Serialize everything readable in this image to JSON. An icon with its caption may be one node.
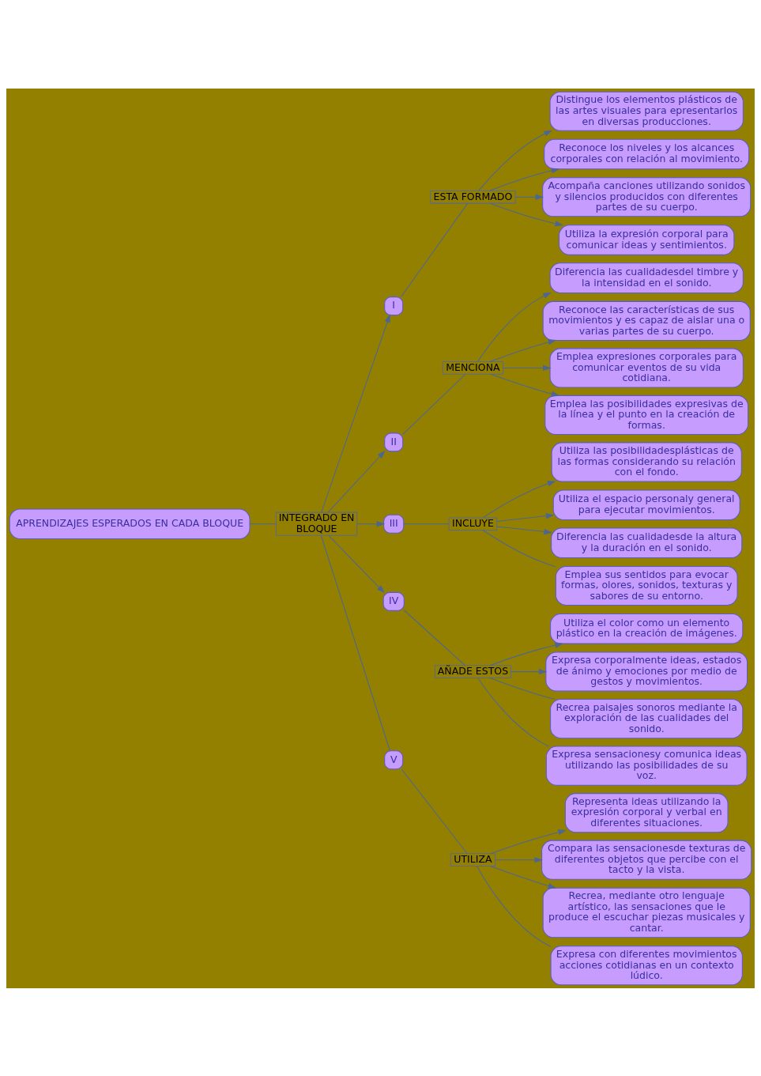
{
  "diagram": {
    "nodes": [
      {
        "text": [
          "Distingue los elementos plásticos de las artes visuales para epresentarlos en diversas producciones."
        ]
      },
      {
        "text": [
          "Reconoce los niveles y los alcances corporales con relación al movimiento."
        ]
      },
      {
        "text": [
          "Acompaña canciones utilizando sonidos y silencios producidos con diferentes partes de su cuerpo."
        ]
      },
      {
        "text": [
          "Utiliza la expresión corporal para comunicar ideas y sentimientos."
        ]
      },
      {
        "text": [
          "Diferencia las cualidadesdel timbre y la intensidad en el sonido."
        ]
      },
      {
        "text": [
          "ESTA FORMADO"
        ]
      },
      {
        "text": [
          "Reconoce las características de sus movimientos y es capaz de aislar una o varias partes de su cuerpo."
        ]
      },
      {
        "text": [
          "Emplea expresiones corporales para comunicar eventos de su vida cotidiana."
        ]
      },
      {
        "text": [
          "I"
        ]
      },
      {
        "text": [
          "Utiliza las posibilidadesplásticas de las formas considerando su relación con el fondo."
        ]
      },
      {
        "text": [
          "MENCIONA"
        ]
      },
      {
        "text": [
          "Utiliza el espacio personaly general para ejecutar movimientos."
        ]
      },
      {
        "text": [
          "Emplea las posibilidades expresivas de la línea y el punto en la creación de formas."
        ]
      },
      {
        "text": [
          "Diferencia las cualidadesde la altura y la duración en el sonido."
        ]
      },
      {
        "text": [
          "II"
        ]
      },
      {
        "text": [
          "INCLUYE"
        ]
      },
      {
        "text": [
          "III"
        ]
      },
      {
        "text": [
          "Emplea sus sentidos para evocar formas, olores, sonidos, texturas y sabores de su entorno."
        ]
      },
      {
        "text": [
          "Utiliza el color como un elemento plástico en la creación de imágenes."
        ]
      },
      {
        "text": [
          "INTEGRADO EN BLOQUE"
        ]
      },
      {
        "text": [
          "Expresa corporalmente ideas, estados de ánimo y emociones por medio de gestos y movimientos."
        ]
      },
      {
        "text": [
          "AÑADE ESTOS"
        ]
      },
      {
        "text": [
          "IV"
        ]
      },
      {
        "text": [
          "APRENDIZAJES ESPERADOS EN CADA BLOQUE"
        ]
      },
      {
        "text": [
          "Recrea paisajes sonoros mediante la exploración de las cualidades del sonido."
        ]
      },
      {
        "text": [
          "Expresa sensacionesy comunica ideas utilizando las posibilidades de su voz."
        ]
      },
      {
        "text": [
          "Representa ideas utilizando la expresión corporal y verbal en diferentes situaciones."
        ]
      },
      {
        "text": [
          "V"
        ]
      },
      {
        "text": [
          "Compara las sensacionesde texturas de diferentes objetos que percibe con el tacto y la vista."
        ]
      },
      {
        "text": [
          "UTILIZA"
        ]
      },
      {
        "text": [
          "Recrea, mediante otro lenguaje artístico, las sensaciones que le produce el escuchar piezas musicales y cantar."
        ]
      },
      {
        "text": [
          "Expresa con diferentes movimientos acciones cotidianas en un contexto lúdico."
        ]
      }
    ],
    "edges": [
      {
        "from": 23,
        "to": 19,
        "arrow": "none"
      },
      {
        "from": 19,
        "to": 8,
        "arrow": "to"
      },
      {
        "from": 19,
        "to": 14,
        "arrow": "to"
      },
      {
        "from": 19,
        "to": 16,
        "arrow": "to"
      },
      {
        "from": 19,
        "to": 22,
        "arrow": "to"
      },
      {
        "from": 19,
        "to": 27,
        "arrow": "none"
      },
      {
        "from": 8,
        "to": 5,
        "arrow": "none"
      },
      {
        "from": 5,
        "to": 0,
        "arrow": "to"
      },
      {
        "from": 5,
        "to": 1,
        "arrow": "to"
      },
      {
        "from": 5,
        "to": 2,
        "arrow": "to"
      },
      {
        "from": 5,
        "to": 3,
        "arrow": "to"
      },
      {
        "from": 14,
        "to": 10,
        "arrow": "none"
      },
      {
        "from": 10,
        "to": 4,
        "arrow": "to"
      },
      {
        "from": 10,
        "to": 7,
        "arrow": "to"
      },
      {
        "from": 10,
        "to": 6,
        "arrow": "to"
      },
      {
        "from": 10,
        "to": 12,
        "arrow": "to"
      },
      {
        "from": 16,
        "to": 15,
        "arrow": "none"
      },
      {
        "from": 15,
        "to": 9,
        "arrow": "to"
      },
      {
        "from": 15,
        "to": 11,
        "arrow": "to"
      },
      {
        "from": 15,
        "to": 13,
        "arrow": "to"
      },
      {
        "from": 15,
        "to": 17,
        "arrow": "none"
      },
      {
        "from": 22,
        "to": 21,
        "arrow": "none"
      },
      {
        "from": 21,
        "to": 18,
        "arrow": "to"
      },
      {
        "from": 21,
        "to": 20,
        "arrow": "to"
      },
      {
        "from": 21,
        "to": 24,
        "arrow": "none"
      },
      {
        "from": 21,
        "to": 25,
        "arrow": "none"
      },
      {
        "from": 27,
        "to": 29,
        "arrow": "none"
      },
      {
        "from": 29,
        "to": 26,
        "arrow": "to"
      },
      {
        "from": 29,
        "to": 28,
        "arrow": "to"
      },
      {
        "from": 29,
        "to": 30,
        "arrow": "to"
      },
      {
        "from": 29,
        "to": 31,
        "arrow": "none"
      }
    ]
  }
}
